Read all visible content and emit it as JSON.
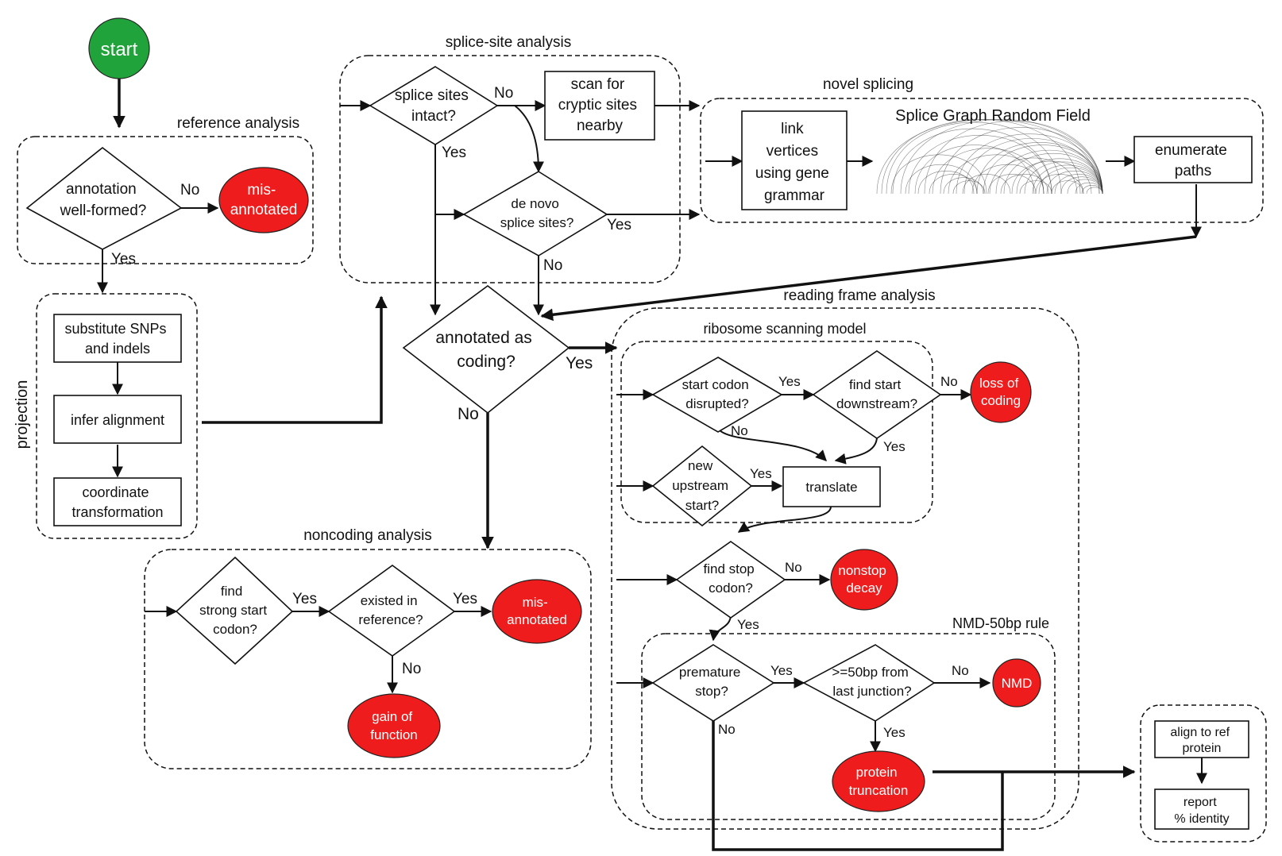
{
  "groups": {
    "reference": "reference analysis",
    "projection": "projection",
    "splice_site": "splice-site analysis",
    "novel_splicing": "novel splicing",
    "reading_frame": "reading frame analysis",
    "ribosome": "ribosome scanning model",
    "noncoding": "noncoding analysis",
    "nmd_rule": "NMD-50bp rule"
  },
  "terminals": {
    "start": "start",
    "misannotated_1": [
      "mis-",
      "annotated"
    ],
    "loss_of_coding": [
      "loss of",
      "coding"
    ],
    "nonstop_decay": [
      "nonstop",
      "decay"
    ],
    "nmd": "NMD",
    "protein_truncation": [
      "protein",
      "truncation"
    ],
    "misannotated_2": [
      "mis-",
      "annotated"
    ],
    "gain_of_function": [
      "gain of",
      "function"
    ]
  },
  "decisions": {
    "annotation_wellformed": [
      "annotation",
      "well-formed?"
    ],
    "splice_sites_intact": [
      "splice sites",
      "intact?"
    ],
    "de_novo_splice": [
      "de novo",
      "splice sites?"
    ],
    "annotated_as_coding": [
      "annotated as",
      "coding?"
    ],
    "start_codon_disrupted": [
      "start codon",
      "disrupted?"
    ],
    "find_start_downstream": [
      "find start",
      "downstream?"
    ],
    "new_upstream_start": [
      "new",
      "upstream",
      "start?"
    ],
    "find_stop_codon": [
      "find stop",
      "codon?"
    ],
    "premature_stop": [
      "premature",
      "stop?"
    ],
    "ge50bp": [
      ">=50bp from",
      "last junction?"
    ],
    "find_strong_start": [
      "find",
      "strong start",
      "codon?"
    ],
    "existed_in_reference": [
      "existed in",
      "reference?"
    ]
  },
  "processes": {
    "substitute": [
      "substitute SNPs",
      "and indels"
    ],
    "infer_alignment": "infer alignment",
    "coordinate": [
      "coordinate",
      "transformation"
    ],
    "scan_cryptic": [
      "scan for",
      "cryptic sites",
      "nearby"
    ],
    "link_vertices": [
      "link",
      "vertices",
      "using gene",
      "grammar"
    ],
    "enumerate_paths": [
      "enumerate",
      "paths"
    ],
    "translate": "translate",
    "align_ref": [
      "align to ref",
      "protein"
    ],
    "report_identity": [
      "report",
      "% identity"
    ]
  },
  "splice_graph": {
    "title": "Splice Graph Random Field"
  },
  "edge_labels": {
    "yes": "Yes",
    "no": "No"
  }
}
